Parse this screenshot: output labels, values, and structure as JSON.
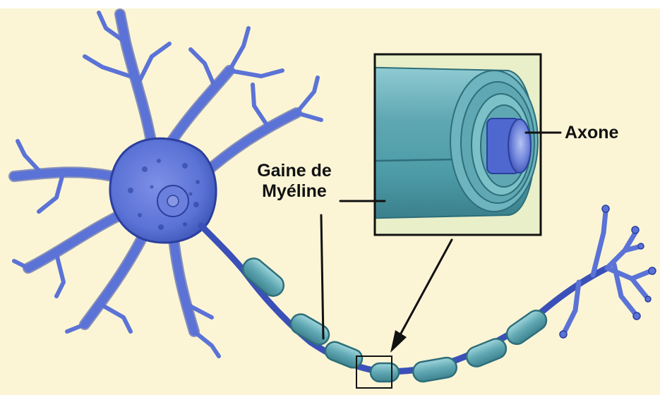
{
  "labels": {
    "myelin_line1": "Gaine de",
    "myelin_line2": "Myéline",
    "axon": "Axone"
  },
  "colors": {
    "background": "#FBF5D6",
    "neuron_fill": "#5B73D6",
    "neuron_edge": "#2B3F9E",
    "myelin_fill": "#5FA7B2",
    "myelin_edge": "#2E6E7A",
    "axon_core": "#4F68CF",
    "line": "#111111"
  }
}
